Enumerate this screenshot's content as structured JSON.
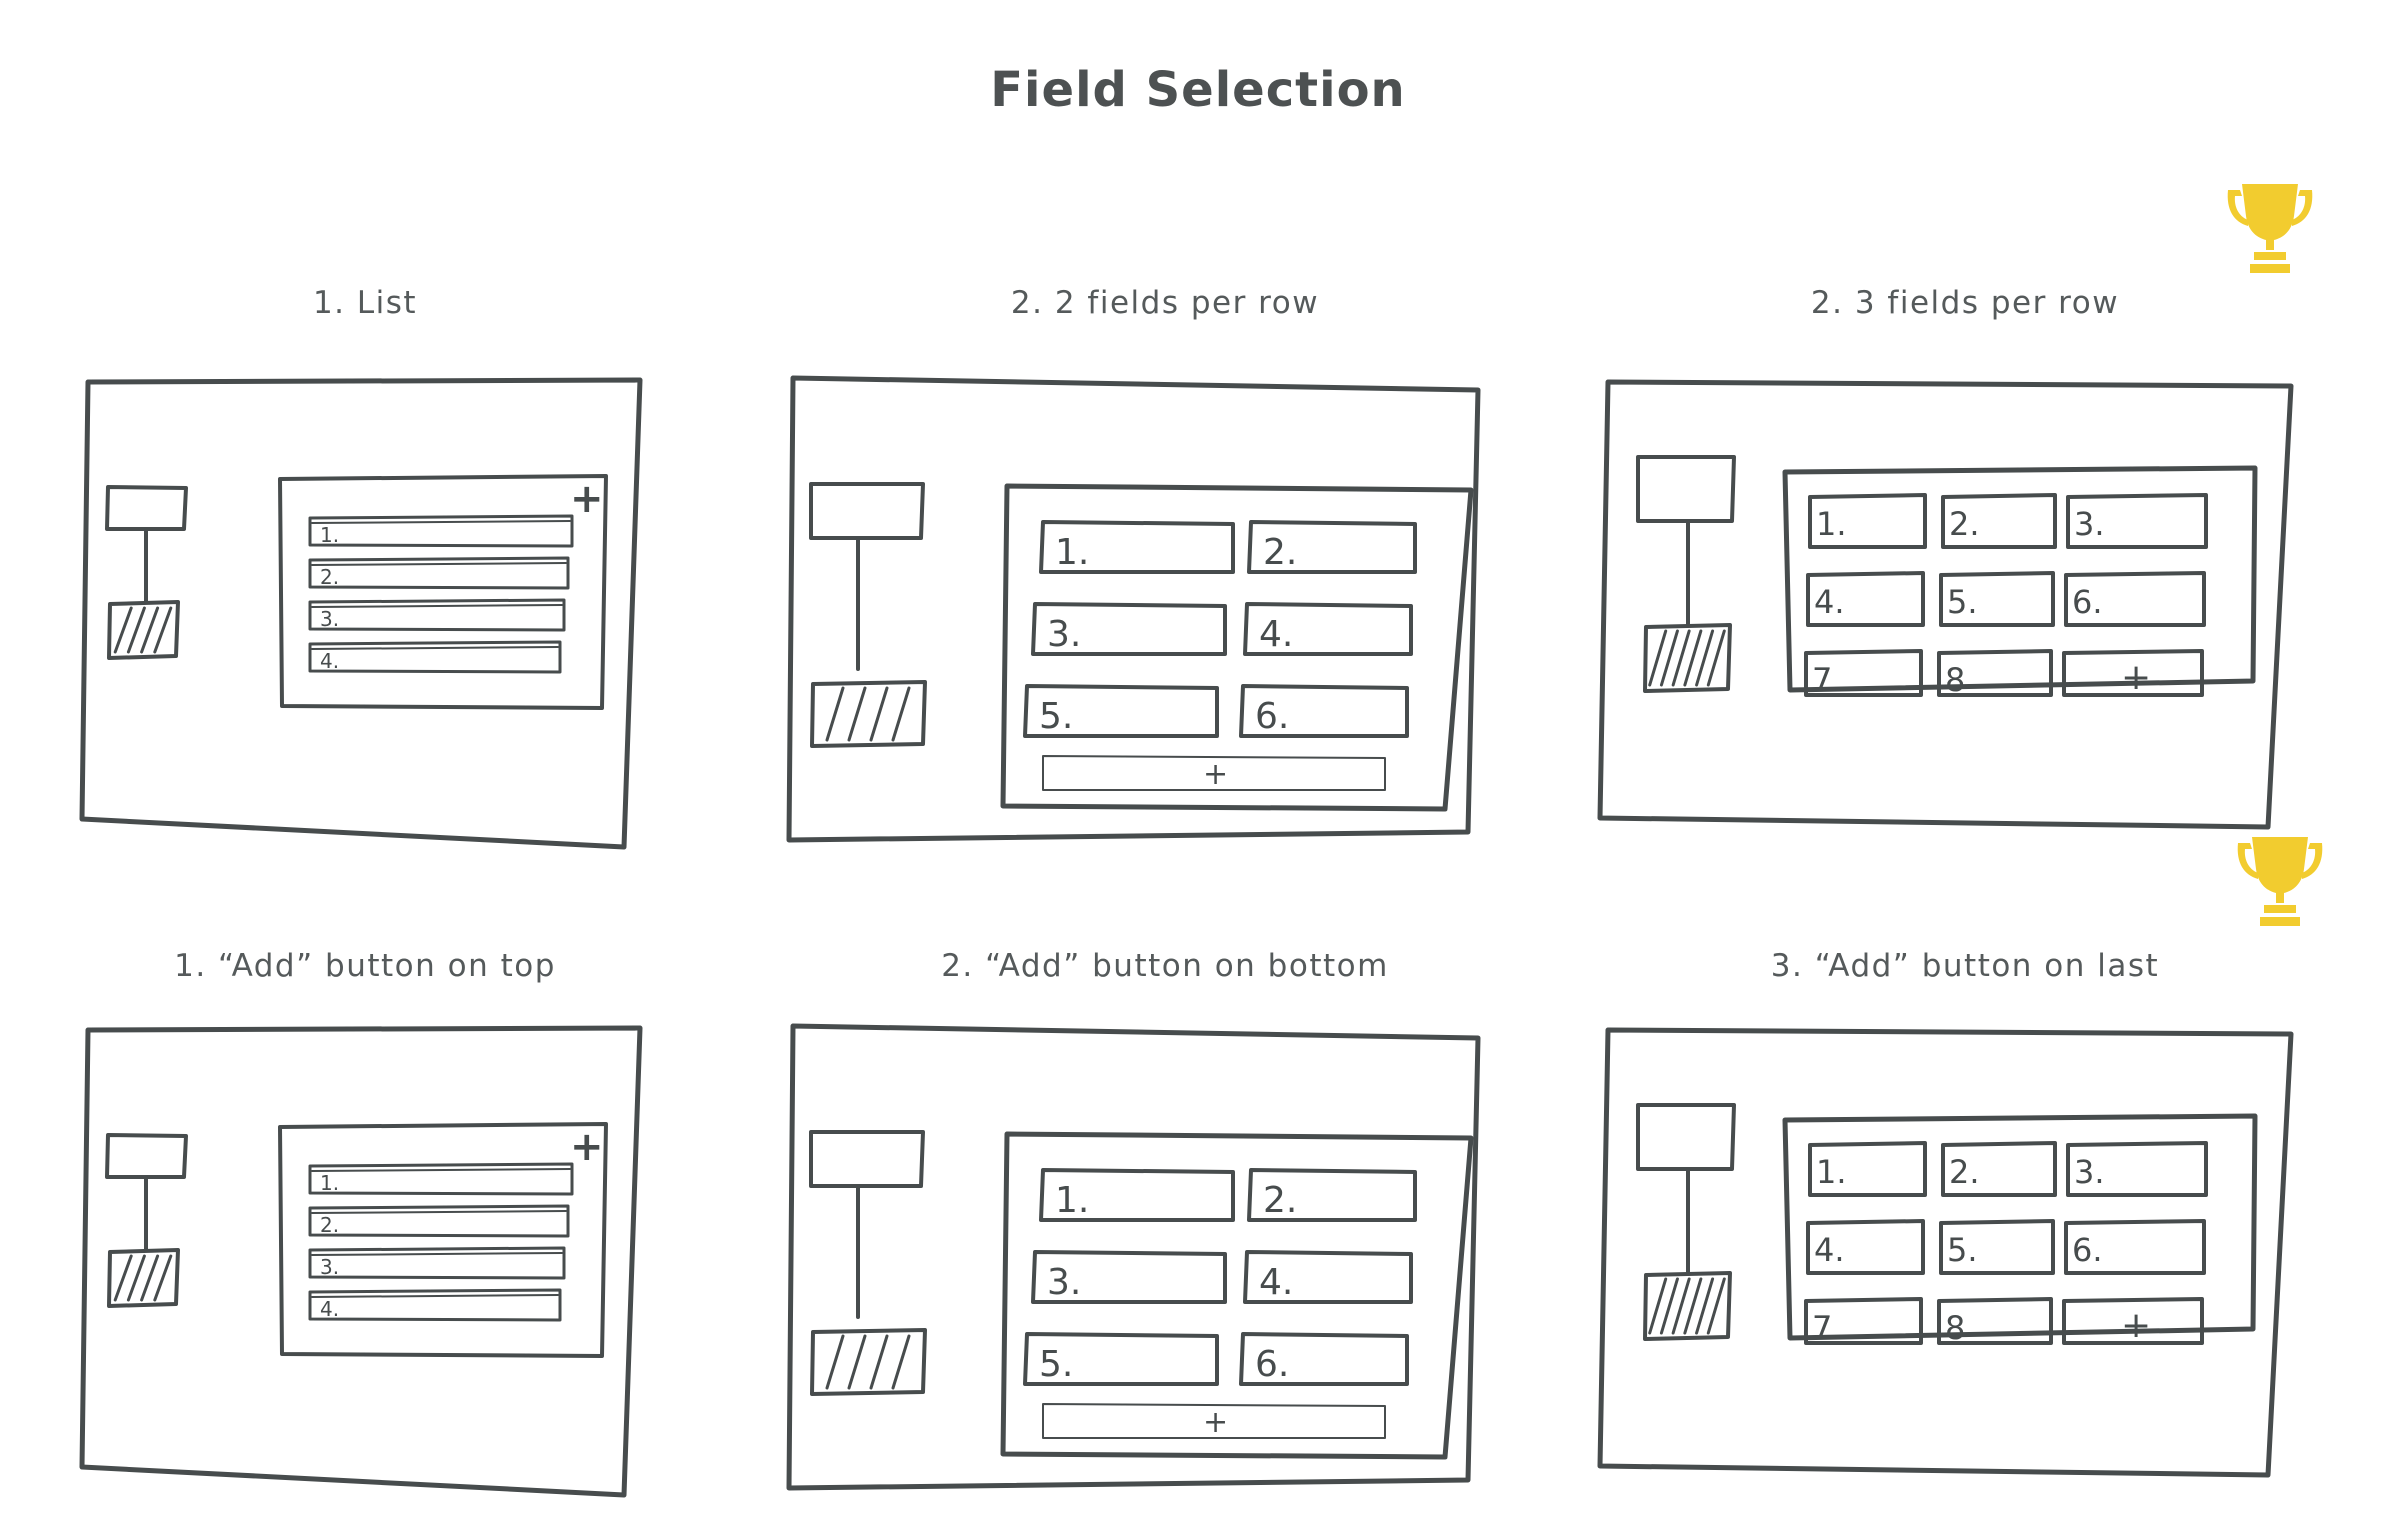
{
  "title": "Field Selection",
  "colors": {
    "ink": "#474c4d",
    "winner": "#f2cc2f",
    "background": "#ffffff"
  },
  "rows": [
    {
      "panels": [
        {
          "caption": "1. List",
          "variant": "list",
          "fields": [
            "1.",
            "2.",
            "3.",
            "4."
          ],
          "add_symbol": "+",
          "winner": false
        },
        {
          "caption": "2. 2 fields per row",
          "variant": "two-col",
          "fields": [
            "1.",
            "2.",
            "3.",
            "4.",
            "5.",
            "6."
          ],
          "add_symbol": "+",
          "winner": false
        },
        {
          "caption": "2. 3 fields per row",
          "variant": "three-col",
          "fields": [
            "1.",
            "2.",
            "3.",
            "4.",
            "5.",
            "6.",
            "7.",
            "8"
          ],
          "add_symbol": "+",
          "winner": true
        }
      ]
    },
    {
      "panels": [
        {
          "caption": "1. “Add” button on top",
          "variant": "list",
          "fields": [
            "1.",
            "2.",
            "3.",
            "4."
          ],
          "add_symbol": "+",
          "winner": false
        },
        {
          "caption": "2. “Add” button on bottom",
          "variant": "two-col",
          "fields": [
            "1.",
            "2.",
            "3.",
            "4.",
            "5.",
            "6."
          ],
          "add_symbol": "+",
          "winner": false
        },
        {
          "caption": "3. “Add” button on last",
          "variant": "three-col",
          "fields": [
            "1.",
            "2.",
            "3.",
            "4.",
            "5.",
            "6.",
            "7.",
            "8"
          ],
          "add_symbol": "+",
          "winner": true
        }
      ]
    }
  ],
  "icons": {
    "winner_badge": "trophy-icon"
  }
}
